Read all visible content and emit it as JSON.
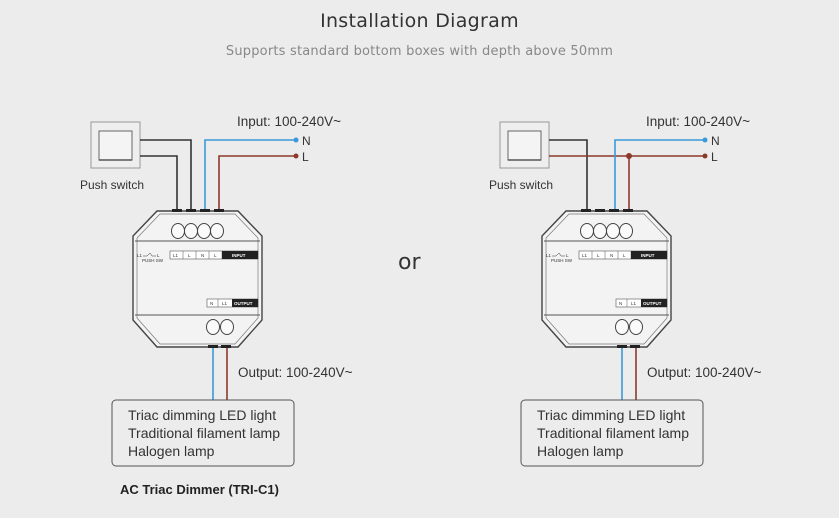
{
  "header": {
    "title": "Installation Diagram",
    "subtitle": "Supports standard bottom boxes with depth above 50mm"
  },
  "separator_text": "or",
  "colors": {
    "background": "#ececec",
    "neutral_wire": "#3a9ad9",
    "live_wire": "#8b3a2a",
    "switch_wire": "#333333",
    "outline": "#555555"
  },
  "diagrams": [
    {
      "variant": "switch-between-L1-and-L",
      "push_switch_label": "Push switch",
      "input_label": "Input: 100-240V~",
      "terminal_n": "N",
      "terminal_l": "L",
      "device": {
        "switch_legend_top": "L1",
        "switch_legend_mid": "L",
        "switch_legend_sub": "PUSH SW",
        "input_terminals": [
          "L1",
          "L",
          "N",
          "L"
        ],
        "input_tag": "INPUT",
        "output_terminals": [
          "N",
          "L1"
        ],
        "output_tag": "OUTPUT"
      },
      "output_label": "Output: 100-240V~",
      "load_lines": [
        "Triac dimming LED light",
        "Traditional filament lamp",
        "Halogen lamp"
      ]
    },
    {
      "variant": "switch-on-live-junction",
      "push_switch_label": "Push switch",
      "input_label": "Input: 100-240V~",
      "terminal_n": "N",
      "terminal_l": "L",
      "device": {
        "switch_legend_top": "L1",
        "switch_legend_mid": "L",
        "switch_legend_sub": "PUSH SW",
        "input_terminals": [
          "L1",
          "L",
          "N",
          "L"
        ],
        "input_tag": "INPUT",
        "output_terminals": [
          "N",
          "L1"
        ],
        "output_tag": "OUTPUT"
      },
      "output_label": "Output: 100-240V~",
      "load_lines": [
        "Triac dimming LED light",
        "Traditional filament lamp",
        "Halogen lamp"
      ]
    }
  ],
  "caption": "AC Triac Dimmer  (TRI-C1)"
}
